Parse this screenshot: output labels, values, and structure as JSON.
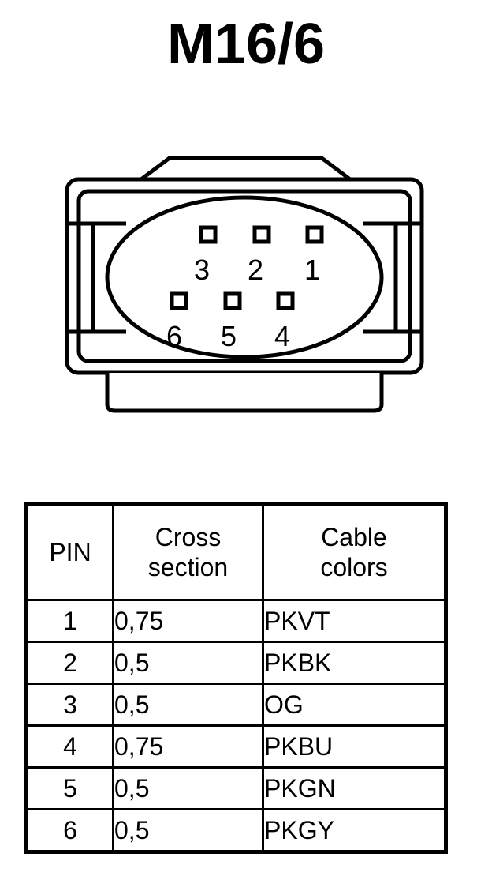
{
  "title": "M16/6",
  "connector": {
    "pins": [
      {
        "number": "3",
        "row": "top",
        "index": 0
      },
      {
        "number": "2",
        "row": "top",
        "index": 1
      },
      {
        "number": "1",
        "row": "top",
        "index": 2
      },
      {
        "number": "6",
        "row": "bottom",
        "index": 0
      },
      {
        "number": "5",
        "row": "bottom",
        "index": 1
      },
      {
        "number": "4",
        "row": "bottom",
        "index": 2
      }
    ],
    "pin_labels": {
      "top": [
        "3",
        "2",
        "1"
      ],
      "bottom": [
        "6",
        "5",
        "4"
      ]
    },
    "stroke_color": "#000000",
    "fill_color": "#ffffff"
  },
  "table": {
    "headers": [
      {
        "lines": [
          "PIN"
        ]
      },
      {
        "lines": [
          "Cross",
          "section"
        ]
      },
      {
        "lines": [
          "Cable",
          "colors"
        ]
      }
    ],
    "rows": [
      {
        "pin": "1",
        "cross_section": "0,75",
        "cable_color": "PKVT"
      },
      {
        "pin": "2",
        "cross_section": "0,5",
        "cable_color": "PKBK"
      },
      {
        "pin": "3",
        "cross_section": "0,5",
        "cable_color": "OG"
      },
      {
        "pin": "4",
        "cross_section": "0,75",
        "cable_color": "PKBU"
      },
      {
        "pin": "5",
        "cross_section": "0,5",
        "cable_color": "PKGN"
      },
      {
        "pin": "6",
        "cross_section": "0,5",
        "cable_color": "PKGY"
      }
    ],
    "border_color": "#000000"
  }
}
